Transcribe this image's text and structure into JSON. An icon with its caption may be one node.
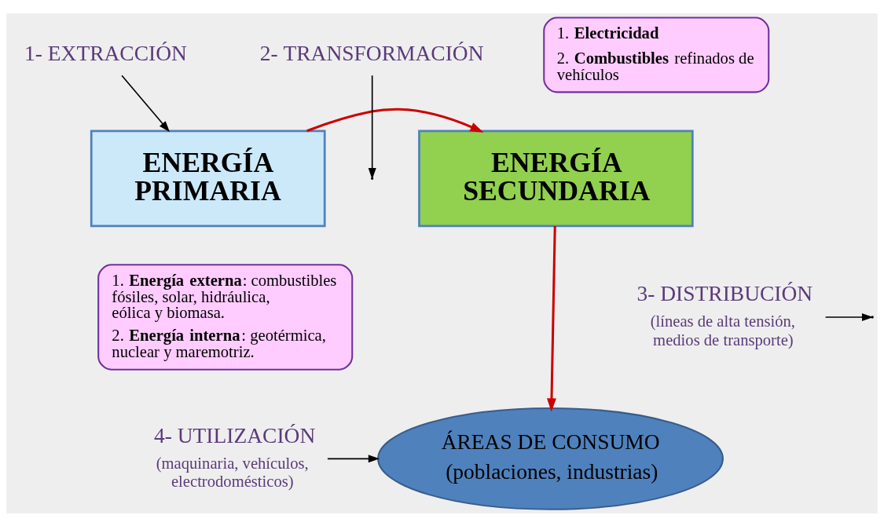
{
  "diagram": {
    "nodes": [
      {
        "text": [
          "1- EXTRACCIÓN"
        ]
      },
      {
        "text": [
          "ENERGÍA PRIMARIA"
        ]
      },
      {
        "text": [
          "2- TRANSFORMACIÓN"
        ]
      },
      {
        "text": [
          "ENERGÍA SECUNDARIA"
        ]
      },
      {
        "text": [
          "1. **Electricidad**",
          "2. **Combustibles** refinados de vehículos"
        ]
      },
      {
        "text": [
          "1. **Energía externa**: combustibles fósiles, solar, hidráulica, eólica y biomasa.",
          "2. **Energía interna**: geotérmica, nuclear y maremotriz."
        ]
      },
      {
        "text": [
          "3- DISTRIBUCIÓN",
          "(líneas de alta tensión, medios de transporte)"
        ]
      },
      {
        "text": [
          "4- UTILIZACIÓN",
          "(maquinaria, vehículos, electrodomésticos)"
        ]
      },
      {
        "text": [
          "ÁREAS DE CONSUMO",
          "(poblaciones, industrias)"
        ]
      }
    ],
    "edges": [
      {
        "from": 0,
        "to": 1,
        "arrow": "to"
      },
      {
        "from": 2,
        "to": null,
        "arrow": "to"
      },
      {
        "from": 1,
        "to": 3,
        "arrow": "to",
        "color": "#cc0000"
      },
      {
        "from": 3,
        "to": 8,
        "arrow": "to",
        "color": "#cc0000"
      },
      {
        "from": 6,
        "to": null,
        "arrow": "to"
      },
      {
        "from": 7,
        "to": 8,
        "arrow": "to"
      }
    ]
  }
}
